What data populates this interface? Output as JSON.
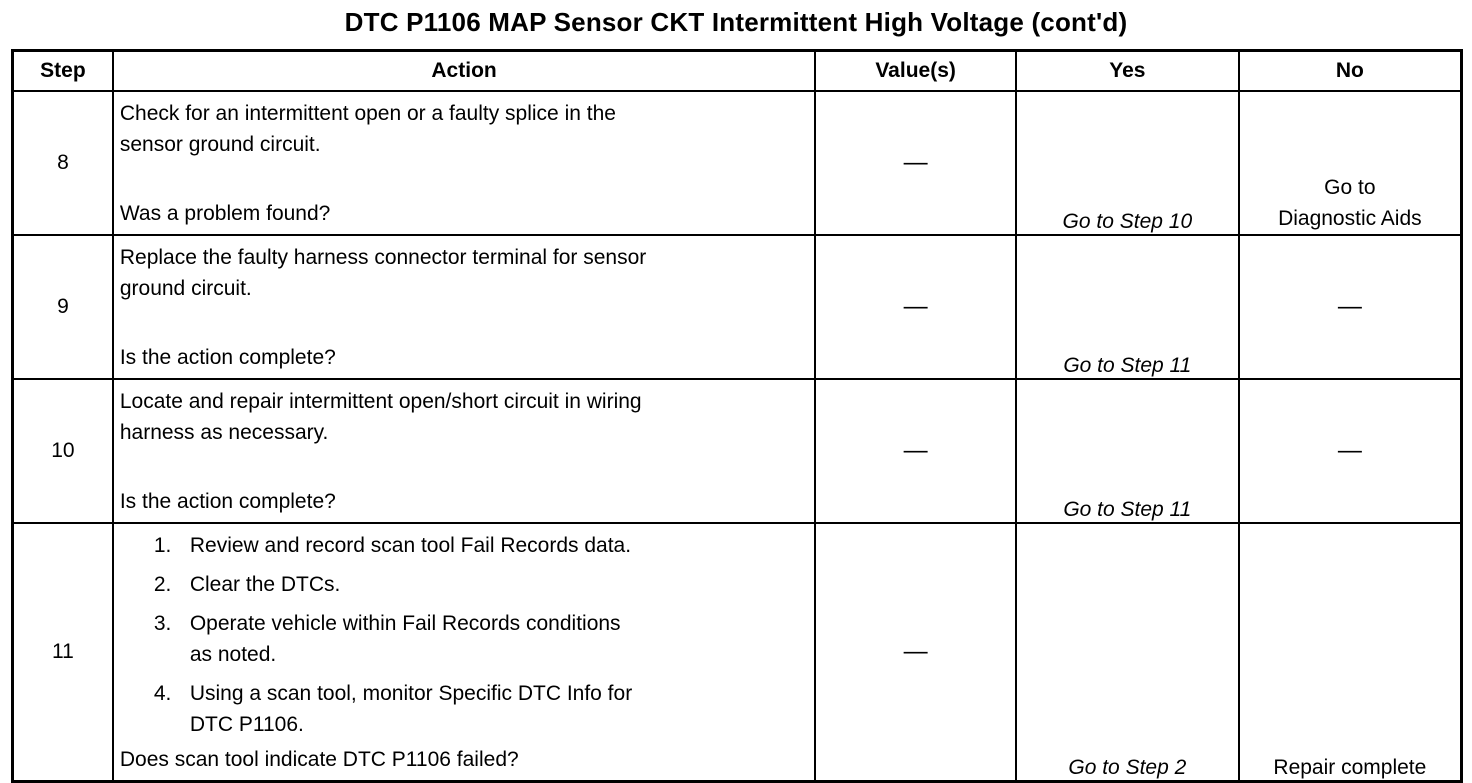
{
  "title": "DTC P1106 MAP Sensor CKT Intermittent High Voltage (cont'd)",
  "headers": {
    "step": "Step",
    "action": "Action",
    "values": "Value(s)",
    "yes": "Yes",
    "no": "No"
  },
  "rows": [
    {
      "step": "8",
      "action_line1": "Check for an intermittent open or a faulty splice in the",
      "action_line2": "sensor ground circuit.",
      "question": "Was a problem found?",
      "value": "—",
      "yes": "Go to Step 10",
      "no_line1": "Go to",
      "no_line2": "Diagnostic Aids"
    },
    {
      "step": "9",
      "action_line1": "Replace the faulty harness connector terminal for sensor",
      "action_line2": "ground circuit.",
      "question": "Is the action complete?",
      "value": "—",
      "yes": "Go to Step 11",
      "no": "—"
    },
    {
      "step": "10",
      "action_line1": "Locate and repair intermittent open/short circuit in wiring",
      "action_line2": "harness as necessary.",
      "question": "Is the action complete?",
      "value": "—",
      "yes": "Go to Step 11",
      "no": "—"
    },
    {
      "step": "11",
      "substeps": [
        {
          "num": "1.",
          "line1": "Review and record scan tool Fail Records data.",
          "line2": ""
        },
        {
          "num": "2.",
          "line1": "Clear the DTCs.",
          "line2": ""
        },
        {
          "num": "3.",
          "line1": "Operate vehicle within Fail Records conditions",
          "line2": "as noted."
        },
        {
          "num": "4.",
          "line1": "Using a scan tool, monitor Specific DTC Info for",
          "line2": "DTC P1106."
        }
      ],
      "question": "Does scan tool indicate DTC P1106 failed?",
      "value": "—",
      "yes": "Go to Step 2",
      "no": "Repair complete"
    }
  ]
}
